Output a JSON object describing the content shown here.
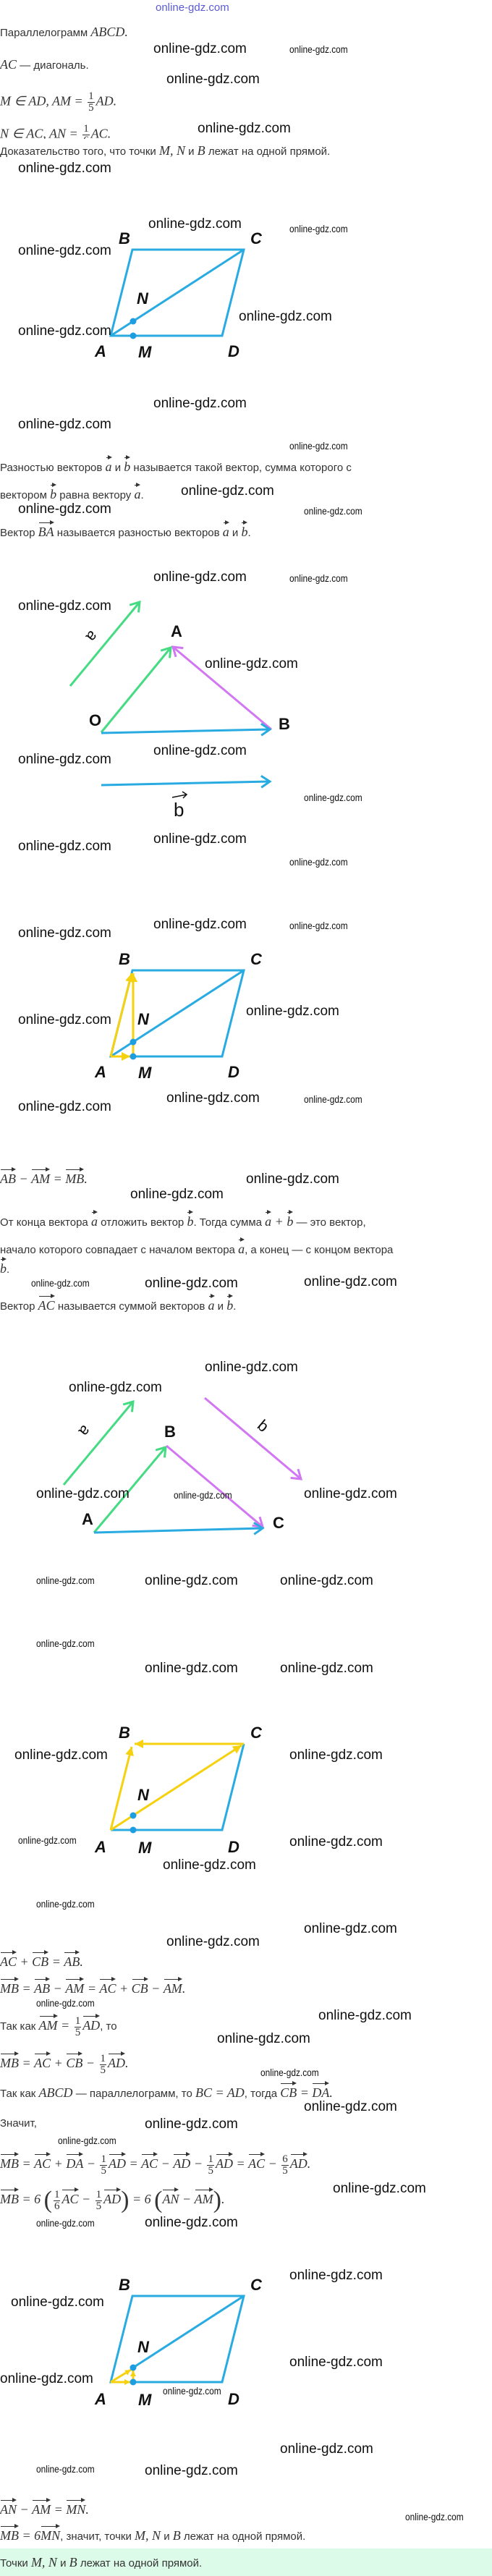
{
  "logo": "online-gdz.com",
  "watermark": "online-gdz.com",
  "colors": {
    "blue": "#29abe2",
    "green": "#45db83",
    "purple": "#d177f2",
    "yellow": "#f5d10f",
    "answer_bg": "#dcfbe9"
  },
  "lines": [
    [
      {
        "t": "Параллелограмм "
      },
      {
        "m": "ABCD."
      }
    ],
    [
      {
        "m": "AC"
      },
      {
        "t": " — диагональ."
      }
    ],
    [
      {
        "m": "M ∈ AD, AM = "
      },
      {
        "f": [
          "1",
          "5"
        ]
      },
      {
        "m": "AD."
      }
    ],
    [
      {
        "m": "N ∈ AC, AN = "
      },
      {
        "f": [
          "1",
          "6"
        ]
      },
      {
        "m": "AC."
      }
    ],
    [
      {
        "t": "Доказательство того, что точки "
      },
      {
        "m": "M, N"
      },
      {
        "t": " и "
      },
      {
        "m": "B"
      },
      {
        "t": " лежат на одной прямой."
      }
    ],
    [
      {
        "t": "Разностью векторов "
      },
      {
        "v": "a"
      },
      {
        "t": " и "
      },
      {
        "v": "b"
      },
      {
        "t": " называется такой вектор, сумма которого с"
      }
    ],
    [
      {
        "t": "вектором "
      },
      {
        "v": "b"
      },
      {
        "t": " равна вектору "
      },
      {
        "v": "a"
      },
      {
        "t": "."
      }
    ],
    [
      {
        "t": "Вектор "
      },
      {
        "v": "BA"
      },
      {
        "t": " называется разностью векторов "
      },
      {
        "v": "a"
      },
      {
        "t": " и "
      },
      {
        "v": "b"
      },
      {
        "t": "."
      }
    ],
    [
      {
        "v": "AB"
      },
      {
        "m": " − "
      },
      {
        "v": "AM"
      },
      {
        "m": " = "
      },
      {
        "v": "MB"
      },
      {
        "m": "."
      }
    ],
    [
      {
        "t": "От конца вектора "
      },
      {
        "v": "a"
      },
      {
        "t": " отложить вектор "
      },
      {
        "v": "b"
      },
      {
        "t": ". Тогда сумма "
      },
      {
        "v": "a"
      },
      {
        "m": " + "
      },
      {
        "v": "b"
      },
      {
        "t": " — это вектор,"
      }
    ],
    [
      {
        "t": "начало которого совпадает с началом вектора "
      },
      {
        "v": "a"
      },
      {
        "t": ", а конец — с концом вектора"
      }
    ],
    [
      {
        "v": "b"
      },
      {
        "t": "."
      }
    ],
    [
      {
        "t": "Вектор "
      },
      {
        "v": "AC"
      },
      {
        "t": " называется суммой векторов "
      },
      {
        "v": "a"
      },
      {
        "t": " и "
      },
      {
        "v": "b"
      },
      {
        "t": "."
      }
    ],
    [
      {
        "v": "AC"
      },
      {
        "m": " + "
      },
      {
        "v": "CB"
      },
      {
        "m": " = "
      },
      {
        "v": "AB"
      },
      {
        "m": "."
      }
    ],
    [
      {
        "v": "MB"
      },
      {
        "m": " = "
      },
      {
        "v": "AB"
      },
      {
        "m": " − "
      },
      {
        "v": "AM"
      },
      {
        "m": " = "
      },
      {
        "v": "AC"
      },
      {
        "m": " + "
      },
      {
        "v": "CB"
      },
      {
        "m": " − "
      },
      {
        "v": "AM"
      },
      {
        "m": "."
      }
    ],
    [
      {
        "t": "Так как "
      },
      {
        "v": "AM"
      },
      {
        "m": " = "
      },
      {
        "f": [
          "1",
          "5"
        ]
      },
      {
        "v": "AD"
      },
      {
        "t": ", то"
      }
    ],
    [
      {
        "v": "MB"
      },
      {
        "m": " = "
      },
      {
        "v": "AC"
      },
      {
        "m": " + "
      },
      {
        "v": "CB"
      },
      {
        "m": " − "
      },
      {
        "f": [
          "1",
          "5"
        ]
      },
      {
        "v": "AD"
      },
      {
        "m": "."
      }
    ],
    [
      {
        "t": "Так как "
      },
      {
        "m": "ABCD"
      },
      {
        "t": " — параллелограмм, то "
      },
      {
        "m": "BC = AD"
      },
      {
        "t": ", тогда "
      },
      {
        "v": "CB"
      },
      {
        "m": " = "
      },
      {
        "v": "DA"
      },
      {
        "m": "."
      }
    ],
    [
      {
        "t": "Значит,"
      }
    ],
    [
      {
        "v": "MB"
      },
      {
        "m": " = "
      },
      {
        "v": "AC"
      },
      {
        "m": " + "
      },
      {
        "v": "DA"
      },
      {
        "m": " − "
      },
      {
        "f": [
          "1",
          "5"
        ]
      },
      {
        "v": "AD"
      },
      {
        "m": " = "
      },
      {
        "v": "AC"
      },
      {
        "m": " − "
      },
      {
        "v": "AD"
      },
      {
        "m": " − "
      },
      {
        "f": [
          "1",
          "5"
        ]
      },
      {
        "v": "AD"
      },
      {
        "m": " = "
      },
      {
        "v": "AC"
      },
      {
        "m": " − "
      },
      {
        "f": [
          "6",
          "5"
        ]
      },
      {
        "v": "AD"
      },
      {
        "m": "."
      }
    ],
    [
      {
        "v": "MB"
      },
      {
        "m": " = 6 "
      },
      {
        "p": "("
      },
      {
        "f": [
          "1",
          "6"
        ]
      },
      {
        "v": "AC"
      },
      {
        "m": " − "
      },
      {
        "f": [
          "1",
          "5"
        ]
      },
      {
        "v": "AD"
      },
      {
        "p": ")"
      },
      {
        "m": " = 6 "
      },
      {
        "p": "("
      },
      {
        "v": "AN"
      },
      {
        "m": " − "
      },
      {
        "v": "AM"
      },
      {
        "p": ")"
      },
      {
        "m": "."
      }
    ],
    [
      {
        "v": "AN"
      },
      {
        "m": " − "
      },
      {
        "v": "AM"
      },
      {
        "m": " = "
      },
      {
        "v": "MN"
      },
      {
        "m": "."
      }
    ],
    [
      {
        "v": "MB"
      },
      {
        "m": " = 6"
      },
      {
        "v": "MN"
      },
      {
        "t": ", значит, точки "
      },
      {
        "m": "M, N"
      },
      {
        "t": " и "
      },
      {
        "m": "B"
      },
      {
        "t": " лежат на одной прямой."
      }
    ],
    [
      {
        "t": "Точки "
      },
      {
        "m": "M, N"
      },
      {
        "t": " и "
      },
      {
        "m": "B"
      },
      {
        "t": " лежат на одной прямой."
      }
    ]
  ],
  "parallelogram_labels": {
    "A": "A",
    "B": "B",
    "C": "C",
    "D": "D",
    "M": "M",
    "N": "N"
  },
  "difference_diagram": {
    "O": "O",
    "A": "A",
    "B": "B",
    "a": "a",
    "b": "b"
  },
  "sum_diagram": {
    "A": "A",
    "B": "B",
    "C": "C",
    "a": "a",
    "b": "b"
  }
}
